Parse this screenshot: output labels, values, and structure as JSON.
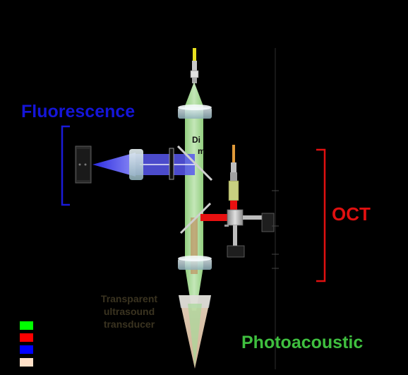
{
  "labels": {
    "fluorescence": "Fluorescence",
    "oct": "OCT",
    "photoacoustic": "Photoacoustic",
    "transducer_line1": "Transparent",
    "transducer_line2": "ultrasound",
    "transducer_line3": "transducer",
    "dichroic_line1": "Di",
    "dichroic_line2": "m"
  },
  "colors": {
    "fluorescence_text": "#1515d8",
    "oct_text": "#e01010",
    "photoacoustic_text": "#3fbf3f",
    "transducer_text": "#3a3320",
    "green_beam": "#b9f2a4",
    "red_beam": "#e81010",
    "blue_beam": "#4848ee",
    "ultrasound_beam": "#f6dcc2"
  },
  "legend": [
    {
      "color": "#00ff00"
    },
    {
      "color": "#ff0000"
    },
    {
      "color": "#0000ff"
    },
    {
      "color": "#ffe0c8"
    }
  ]
}
